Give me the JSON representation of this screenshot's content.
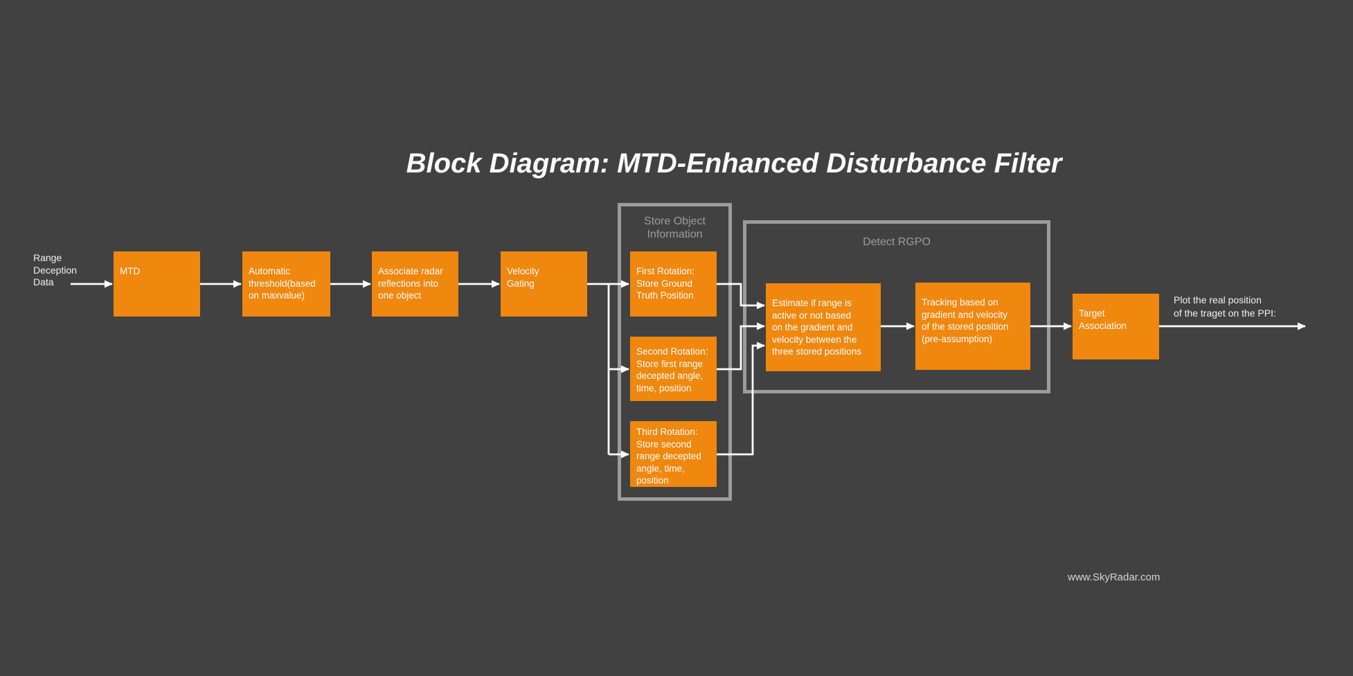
{
  "title": "Block Diagram: MTD-Enhanced Disturbance Filter",
  "source_label": "Range\nDeception\nData",
  "flow_boxes": {
    "mtd": "MTD",
    "auto_threshold": "Automatic\nthreshold(based\non maxvalue)",
    "associate": "Associate radar\nreflections into\none object",
    "velocity_gating": "Velocity\nGating",
    "first_rotation": "First Rotation:\nStore Ground\nTruth Position",
    "second_rotation": "Second Rotation:\nStore first range\ndecepted angle,\ntime, position",
    "third_rotation": "Third Rotation:\nStore second\nrange decepted\nangle, time,\nposition",
    "estimate": "Estimate if range is\nactive or not based\non the gradient and\nvelocity between the\nthree stored positions",
    "tracking": "Tracking based on\ngradient and velocity\nof the stored position\n(pre-assumption)",
    "target_association": "Target\nAssociation"
  },
  "groups": {
    "store_object": "Store Object\nInformation",
    "detect_rgpo": "Detect RGPO"
  },
  "output_label": "Plot the real position\nof the traget on the PPI:",
  "footer": "www.SkyRadar.com",
  "colors": {
    "bg": "#414141",
    "box-bg": "#F0870F",
    "box-text": "#FFFFFF",
    "group-border": "#9C9C9C",
    "group-label": "#9C9C9C",
    "connector": "#FFFFFF",
    "title-text": "#FAFAFA",
    "label-text": "#F2F2F2",
    "footer-text": "#D6D6D6"
  }
}
